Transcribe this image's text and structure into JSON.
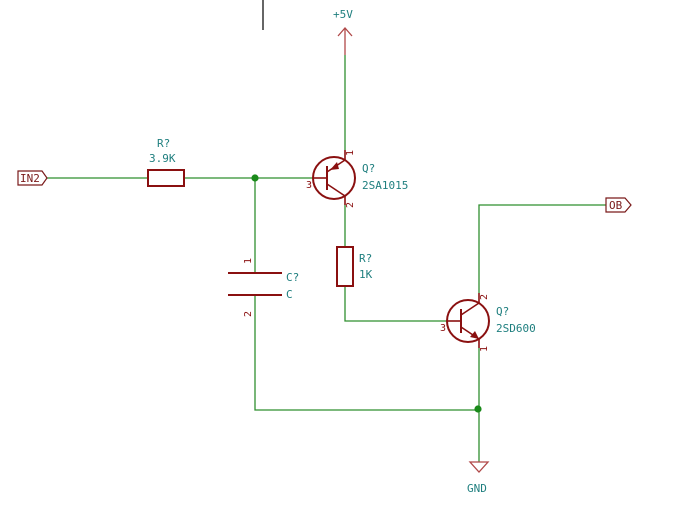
{
  "power": {
    "vcc_label": "+5V",
    "gnd_label": "GND"
  },
  "labels": {
    "input": "IN2",
    "output": "OB"
  },
  "components": {
    "r1": {
      "ref": "R?",
      "value": "3.9K"
    },
    "r2": {
      "ref": "R?",
      "value": "1K"
    },
    "c1": {
      "ref": "C?",
      "value": "C",
      "pin1": "1",
      "pin2": "2"
    },
    "q1": {
      "ref": "Q?",
      "value": "2SA1015",
      "pin1": "1",
      "pin2": "2",
      "pin3": "3"
    },
    "q2": {
      "ref": "Q?",
      "value": "2SD600",
      "pin1": "1",
      "pin2": "2",
      "pin3": "3"
    }
  },
  "colors": {
    "wire": "#2f8f2f",
    "component": "#8a1010",
    "label_text": "#1f7f7f",
    "junction": "#1a8a1a"
  }
}
